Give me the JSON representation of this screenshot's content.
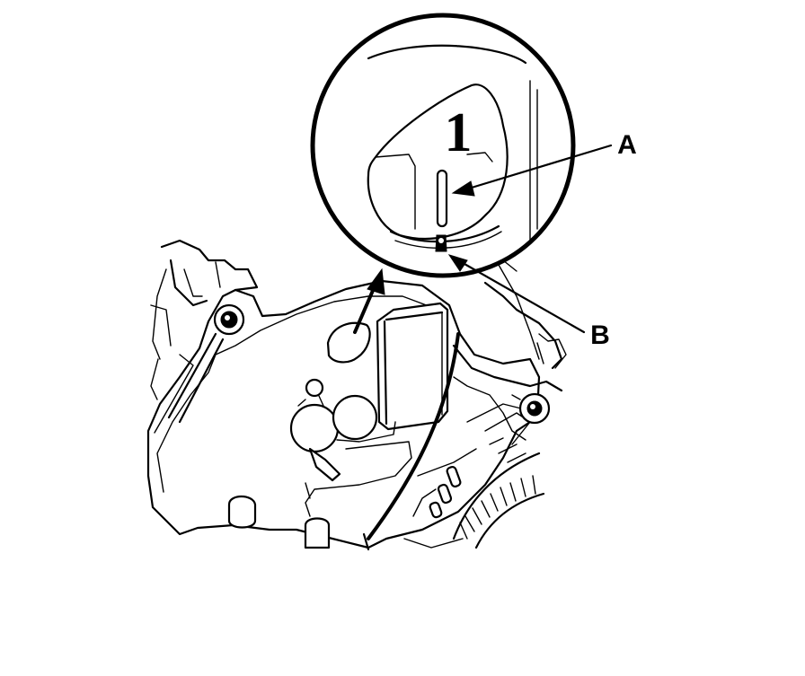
{
  "diagram": {
    "callouts": {
      "a": "A",
      "b": "B"
    },
    "detail_view": {
      "dial_number": "1"
    }
  }
}
